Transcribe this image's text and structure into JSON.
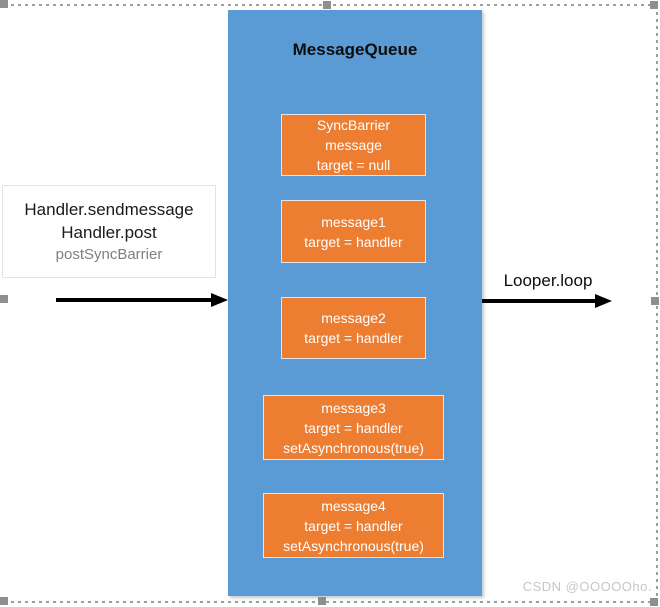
{
  "queue": {
    "title": "MessageQueue",
    "messages": [
      {
        "lines": [
          "SyncBarrier",
          "message",
          "target = null"
        ]
      },
      {
        "lines": [
          "message1",
          "target = handler"
        ]
      },
      {
        "lines": [
          "message2",
          "target = handler"
        ]
      },
      {
        "lines": [
          "message3",
          "target = handler",
          "setAsynchronous(true)"
        ]
      },
      {
        "lines": [
          "message4",
          "target = handler",
          "setAsynchronous(true)"
        ]
      }
    ]
  },
  "left_label": {
    "line1": "Handler.sendmessage",
    "line2": "Handler.post",
    "line3": "postSyncBarrier"
  },
  "arrows": {
    "right_arrow_label": "Looper.loop"
  },
  "watermark": "CSDN @OOOOOho.",
  "colors": {
    "queue_fill": "#5B9BD5",
    "message_fill": "#ED7D31",
    "message_text": "#FFFFFF",
    "title_text": "#0D0D0D",
    "secondary_text": "#7F7F7F",
    "arrow": "#000000",
    "selection_gray": "#8F8F8F",
    "watermark_text": "#C2C7CD"
  }
}
